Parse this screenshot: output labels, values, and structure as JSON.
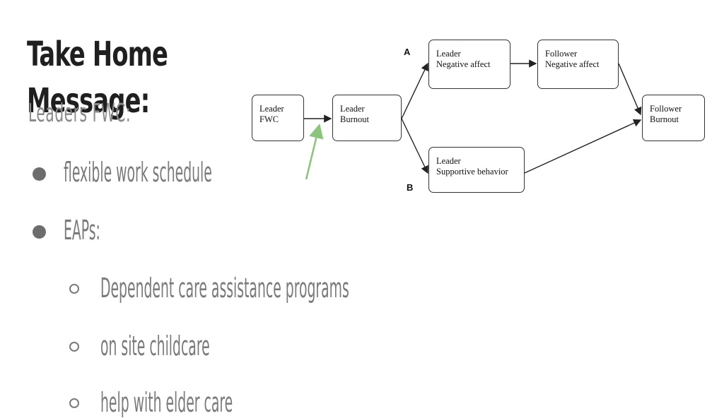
{
  "slide": {
    "title": "Take Home Message:",
    "subtitle": "Leaders FWC:",
    "bullets": [
      {
        "text": "flexible work schedule"
      },
      {
        "text": "EAPs:"
      }
    ],
    "sub_bullets": [
      {
        "text": "Dependent care assistance programs"
      },
      {
        "text": "on site childcare"
      },
      {
        "text": "help with elder care"
      }
    ]
  },
  "diagram": {
    "nodes": [
      {
        "id": "leader-fwc",
        "line1": "Leader",
        "line2": "FWC"
      },
      {
        "id": "leader-burnout",
        "line1": "Leader",
        "line2": "Burnout"
      },
      {
        "id": "leader-negative-affect",
        "line1": "Leader",
        "line2": "Negative affect"
      },
      {
        "id": "follower-negative-affect",
        "line1": "Follower",
        "line2": "Negative affect"
      },
      {
        "id": "leader-supportive-behavior",
        "line1": "Leader",
        "line2": "Supportive behavior"
      },
      {
        "id": "follower-burnout",
        "line1": "Follower",
        "line2": "Burnout"
      }
    ],
    "path_labels": {
      "a": "A",
      "b": "B"
    },
    "annotation_arrow_color": "#8cc47e"
  }
}
